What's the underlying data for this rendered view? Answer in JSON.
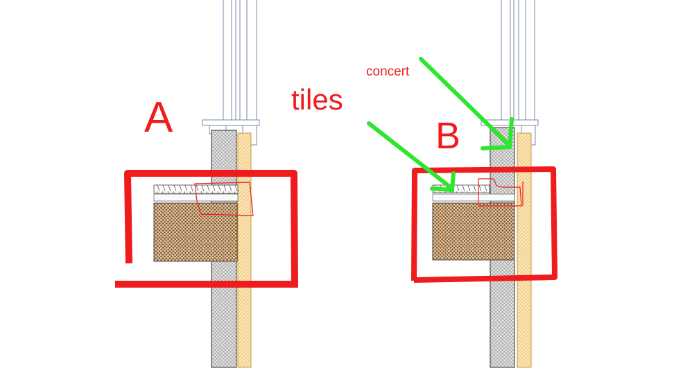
{
  "labels": {
    "option_a": "A",
    "option_b": "B",
    "tiles": "tiles",
    "concrete": "concert"
  },
  "colors": {
    "annotation_red": "#ee1c1c",
    "arrow_green": "#2ee62e",
    "slab_brown": "#8a5a2e",
    "insulation_grey": "#c8c8c8",
    "cladding_yellow": "#f2c46a"
  }
}
